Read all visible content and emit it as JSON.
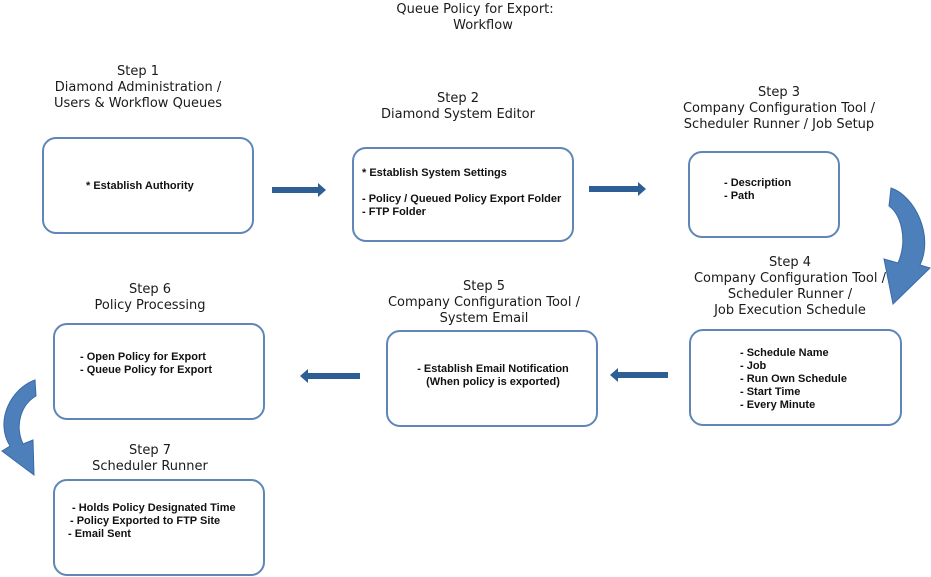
{
  "title": {
    "line1": "Queue Policy for Export:",
    "line2": "Workflow"
  },
  "steps": [
    {
      "head": [
        "Step 1",
        "Diamond Administration /",
        "Users & Workflow Queues"
      ],
      "items": [
        "* Establish Authority"
      ]
    },
    {
      "head": [
        "Step 2",
        "Diamond System Editor"
      ],
      "items": [
        "* Establish System Settings",
        "",
        "- Policy / Queued Policy Export Folder",
        "- FTP Folder"
      ]
    },
    {
      "head": [
        "Step 3",
        "Company Configuration Tool /",
        "Scheduler Runner / Job Setup"
      ],
      "items": [
        "- Description",
        "- Path"
      ]
    },
    {
      "head": [
        "Step 4",
        "Company Configuration Tool /",
        "Scheduler Runner /",
        "Job Execution Schedule"
      ],
      "items": [
        "- Schedule Name",
        "- Job",
        "- Run Own Schedule",
        "- Start Time",
        "- Every Minute"
      ]
    },
    {
      "head": [
        "Step 5",
        "Company Configuration Tool /",
        "System Email"
      ],
      "items": [
        "- Establish Email Notification",
        "(When policy is exported)"
      ]
    },
    {
      "head": [
        "Step 6",
        "Policy Processing"
      ],
      "items": [
        "- Open Policy for Export",
        "- Queue Policy for Export"
      ]
    },
    {
      "head": [
        "Step 7",
        "Scheduler Runner"
      ],
      "items": [
        "- Holds Policy Designated Time",
        "- Policy Exported to FTP Site",
        "- Email Sent"
      ]
    }
  ],
  "colors": {
    "box_border": "#5f86b7",
    "arrow": "#2d5f95",
    "curved_arrow": "#4d7fbb"
  }
}
